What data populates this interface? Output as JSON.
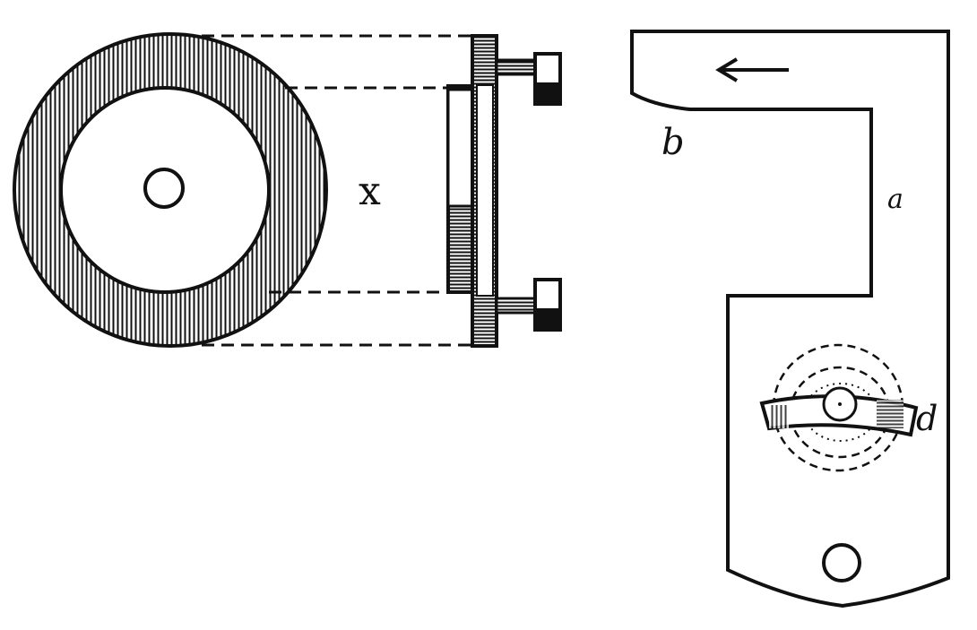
{
  "figure": {
    "labels": {
      "x": "x",
      "b": "b",
      "a": "a",
      "d": "d"
    },
    "colors": {
      "ink": "#111111",
      "paper": "#ffffff"
    }
  }
}
